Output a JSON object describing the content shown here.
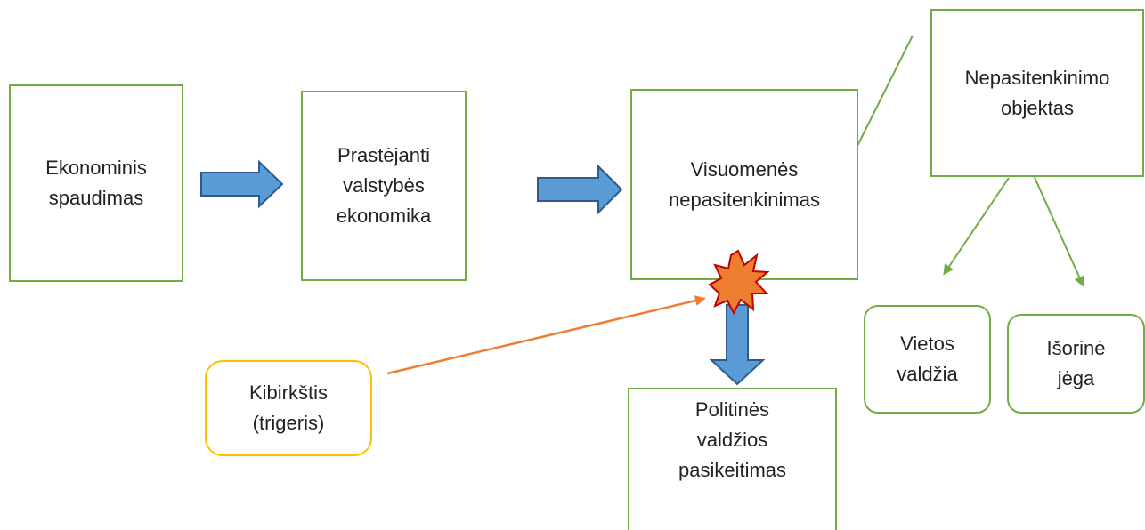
{
  "nodes": {
    "economic_pressure": "Ekonominis\nspaudimas",
    "worsening_economy": "Prastėjanti\nvalstybės\nekonomika",
    "public_discontent": "Visuomenės\nnepasitenkinimas",
    "object_of_discontent": "Nepasitenkinimo\nobjektas",
    "local_government": "Vietos\nvaldžia",
    "external_force": "Išorinė\njėga",
    "spark_trigger": "Kibirkštis\n(trigeris)",
    "political_change": "Politinės\nvaldžios\npasikeitimas"
  },
  "colors": {
    "box_border": "#70ad47",
    "trigger_border": "#ffc000",
    "block_arrow_fill": "#5b9bd5",
    "block_arrow_stroke": "#2e5a8c",
    "trigger_line": "#ed7d31",
    "burst_fill": "#ed7d31",
    "burst_stroke": "#c00000",
    "connector_line": "#70ad47"
  }
}
